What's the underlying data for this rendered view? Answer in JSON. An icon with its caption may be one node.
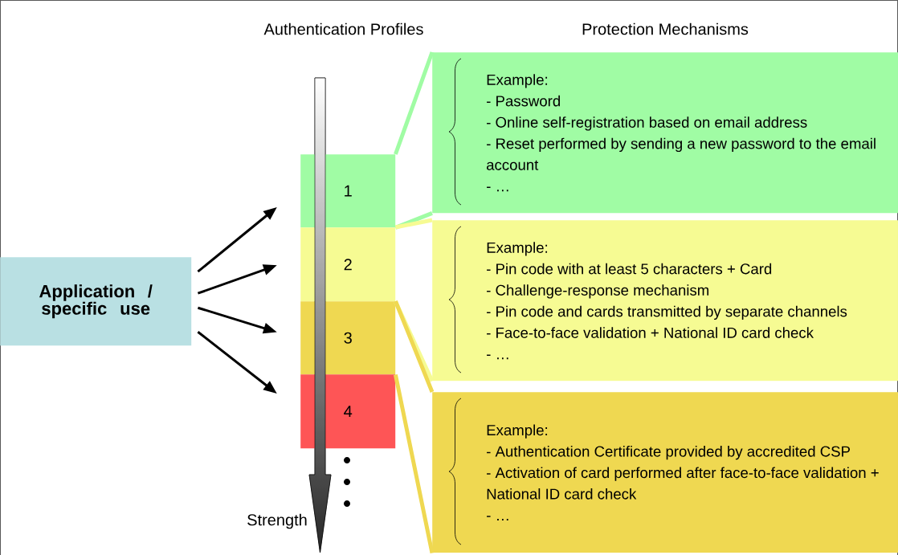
{
  "diagram": {
    "nodes": [
      {
        "text": [
          "Application / specific use"
        ]
      },
      {
        "text": [
          "1"
        ]
      },
      {
        "text": [
          "2"
        ]
      },
      {
        "text": [
          "3"
        ]
      },
      {
        "text": [
          "4"
        ]
      },
      {
        "text": [
          "Example:",
          "- Password",
          "- Online self-registration based on email address",
          "- Reset performed by sending a new password to the email account",
          "- …"
        ]
      },
      {
        "text": [
          "Example:",
          "- Pin code with at least 5 characters + Card",
          "- Challenge-response mechanism",
          "- Pin code and cards transmitted by separate channels",
          "- Face-to-face validation + National ID card check",
          "- …"
        ]
      },
      {
        "text": [
          "Example:",
          "- Authentication Certificate provided by accredited CSP",
          "- Activation of card performed after face-to-face validation + National ID card check",
          "- …"
        ]
      }
    ],
    "edges": [
      {
        "from": 0,
        "to": 1,
        "arrow": "to"
      },
      {
        "from": 0,
        "to": 2,
        "arrow": "to"
      },
      {
        "from": 0,
        "to": 3,
        "arrow": "to"
      },
      {
        "from": 0,
        "to": 4,
        "arrow": "to"
      },
      {
        "from": 1,
        "to": 5,
        "arrow": "none",
        "color": "#a0fca4"
      },
      {
        "from": 2,
        "to": 6,
        "arrow": "none",
        "color": "#f6fb93"
      },
      {
        "from": 3,
        "to": 7,
        "arrow": "none",
        "color": "#efd851"
      }
    ],
    "labels": [
      "Authentication Profiles",
      "Protection Mechanisms",
      "Strength"
    ]
  }
}
